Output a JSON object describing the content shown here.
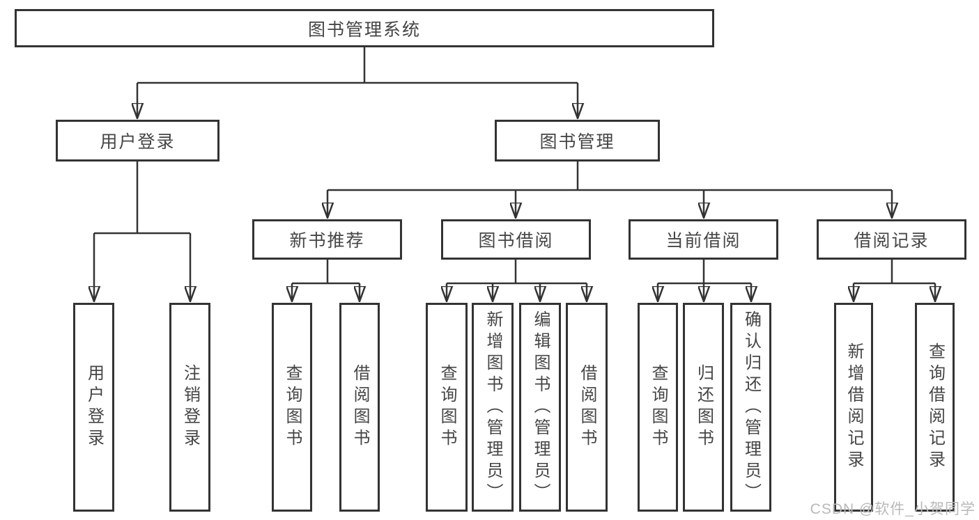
{
  "colors": {
    "line": "#333333",
    "box_border": "#333333",
    "box_fill": "#ffffff",
    "text": "#454545",
    "background": "#ffffff",
    "watermark": "#b9b9b9"
  },
  "watermark": {
    "text": "CSDN @软件_小贺同学"
  },
  "nodes": {
    "root": "图书管理系统",
    "user_login": "用户登录",
    "book_mgmt": "图书管理",
    "new_rec": "新书推荐",
    "borrow": "图书借阅",
    "current": "当前借阅",
    "records": "借阅记录",
    "leaf_user_login": "用户登录",
    "leaf_logout": "注销登录",
    "leaf_query_1": "查询图书",
    "leaf_borrow_1": "借阅图书",
    "leaf_query_2": "查询图书",
    "leaf_add_admin": "新增图书（管理员）",
    "leaf_edit_admin": "编辑图书（管理员）",
    "leaf_borrow_2": "借阅图书",
    "leaf_query_3": "查询图书",
    "leaf_return": "归还图书",
    "leaf_confirm_admin": "确认归还（管理员）",
    "leaf_add_record": "新增借阅记录",
    "leaf_query_record": "查询借阅记录"
  }
}
